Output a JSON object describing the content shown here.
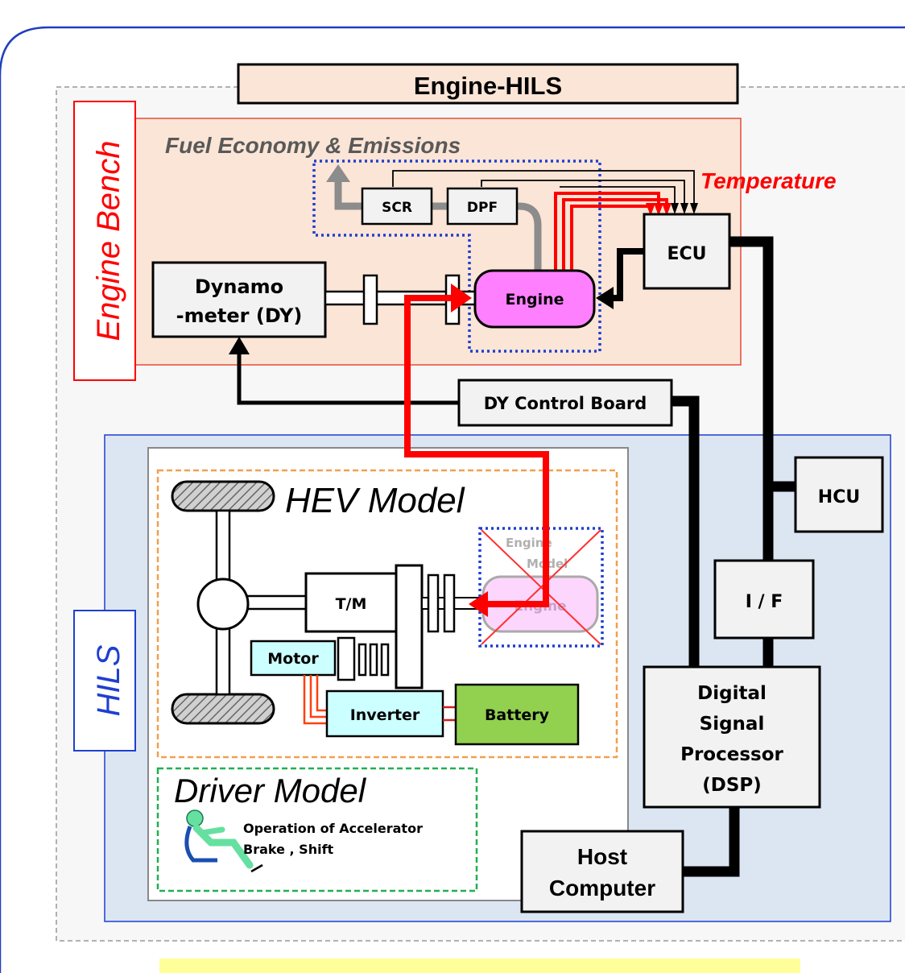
{
  "title": "Engine-HILS",
  "engine_bench": {
    "label": "Engine Bench",
    "section_title": "Fuel Economy & Emissions",
    "temperature_label": "Temperature",
    "scr": "SCR",
    "dpf": "DPF",
    "ecu": "ECU",
    "engine": "Engine",
    "dynamometer_line1": "Dynamo",
    "dynamometer_line2": "-meter (DY)"
  },
  "dy_control_board": "DY Control Board",
  "hils": {
    "label": "HILS",
    "hcu": "HCU",
    "interface": "I / F",
    "dsp_line1": "Digital",
    "dsp_line2": "Signal",
    "dsp_line3": "Processor",
    "dsp_line4": "(DSP)",
    "host_line1": "Host",
    "host_line2": "Computer"
  },
  "hev_model": {
    "title": "HEV Model",
    "tm": "T/M",
    "motor": "Motor",
    "inverter": "Inverter",
    "battery": "Battery",
    "engine_model_line1": "Engine",
    "engine_model_line2": "Model",
    "engine_block": "Engine"
  },
  "driver_model": {
    "title": "Driver Model",
    "operation_line1": "Operation of Accelerator",
    "operation_line2": "Brake , Shift"
  },
  "colors": {
    "signal_red": "#ff0000",
    "engine_fill": "#ff80ff",
    "battery_fill": "#92d050",
    "motor_fill": "#ccffff",
    "bench_fill": "#fbe5d6",
    "hils_fill": "#dce6f2",
    "banner_fill": "#ffff99"
  }
}
